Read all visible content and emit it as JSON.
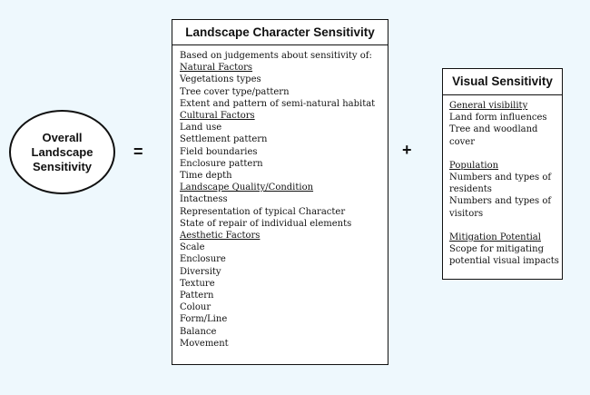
{
  "overall": {
    "lines": [
      "Overall",
      "Landscape",
      "Sensitivity"
    ]
  },
  "equals": "=",
  "plus": "+",
  "landscape_box": {
    "title": "Landscape Character Sensitivity",
    "intro": "Based on judgements about sensitivity of:",
    "sections": [
      {
        "heading": "Natural Factors",
        "items": [
          "Vegetations types",
          "Tree cover type/pattern",
          "Extent and pattern of semi-natural habitat"
        ]
      },
      {
        "heading": "Cultural Factors",
        "items": [
          "Land use",
          "Settlement pattern",
          "Field boundaries",
          "Enclosure pattern",
          "Time depth"
        ]
      },
      {
        "heading": "Landscape Quality/Condition",
        "items": [
          "Intactness",
          "Representation of typical Character",
          "State of repair of individual elements"
        ]
      },
      {
        "heading": "Aesthetic Factors",
        "items": [
          "Scale",
          "Enclosure",
          "Diversity",
          "Texture",
          "Pattern",
          "Colour",
          "Form/Line",
          "Balance",
          "Movement"
        ]
      }
    ]
  },
  "visual_box": {
    "title": "Visual Sensitivity",
    "sections": [
      {
        "heading": "General visibility",
        "items": [
          "Land form influences",
          "Tree and woodland cover"
        ]
      },
      {
        "heading": "Population",
        "items": [
          "Numbers and types of residents",
          "Numbers and types of visitors"
        ]
      },
      {
        "heading": "Mitigation Potential",
        "items": [
          "Scope for mitigating potential visual impacts"
        ]
      }
    ]
  }
}
